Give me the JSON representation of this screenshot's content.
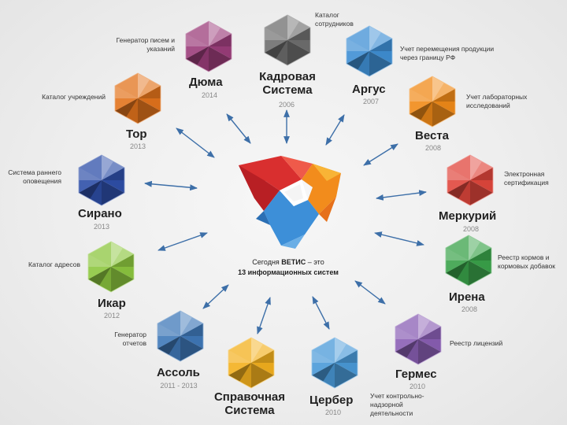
{
  "center": {
    "caption_prefix": "Сегодня ",
    "caption_brand": "ВЕТИС",
    "caption_suffix": " – это",
    "caption_line2": "13 информационных систем",
    "colors": [
      "#e03a3a",
      "#f59a1e",
      "#3a8fd6"
    ]
  },
  "nodes": [
    {
      "key": "duma",
      "name": "Дюма",
      "year": "2014",
      "desc": "Генератор писем и указаний",
      "color": "#9b3d7a"
    },
    {
      "key": "kadrovaya",
      "name": "Кадровая Система",
      "year": "2006",
      "desc": "Каталог сотрудников",
      "color": "#6e6e6e"
    },
    {
      "key": "argus",
      "name": "Аргус",
      "year": "2007",
      "desc": "Учет перемещения продукции через границу РФ",
      "color": "#3f8fd4"
    },
    {
      "key": "vesta",
      "name": "Веста",
      "year": "2008",
      "desc": "Учет лабораторных исследований",
      "color": "#f08a18"
    },
    {
      "key": "merkuriy",
      "name": "Меркурий",
      "year": "2008",
      "desc": "Электронная сертификация",
      "color": "#e0463c"
    },
    {
      "key": "irena",
      "name": "Ирена",
      "year": "2008",
      "desc": "Реестр кормов и кормовых добавок",
      "color": "#3aa24a"
    },
    {
      "key": "germes",
      "name": "Гермес",
      "year": "2010",
      "desc": "Реестр лицензий",
      "color": "#8a5fb4"
    },
    {
      "key": "tserber",
      "name": "Цербер",
      "year": "2010",
      "desc": "Учет контрольно-надзорной деятельности",
      "color": "#4a9ad8"
    },
    {
      "key": "spravochnaya",
      "name": "Справочная Система",
      "year": "",
      "desc": "",
      "color": "#f3b01e"
    },
    {
      "key": "assol",
      "name": "Ассоль",
      "year": "2011 - 2013",
      "desc": "Генератор отчетов",
      "color": "#3f78b8"
    },
    {
      "key": "ikar",
      "name": "Икар",
      "year": "2012",
      "desc": "Каталог адресов",
      "color": "#8cc63f"
    },
    {
      "key": "sirano",
      "name": "Сирано",
      "year": "2013",
      "desc": "Система раннего оповещения",
      "color": "#2e4fa8"
    },
    {
      "key": "tor",
      "name": "Тор",
      "year": "2013",
      "desc": "Каталог учреждений",
      "color": "#e2731c"
    }
  ]
}
